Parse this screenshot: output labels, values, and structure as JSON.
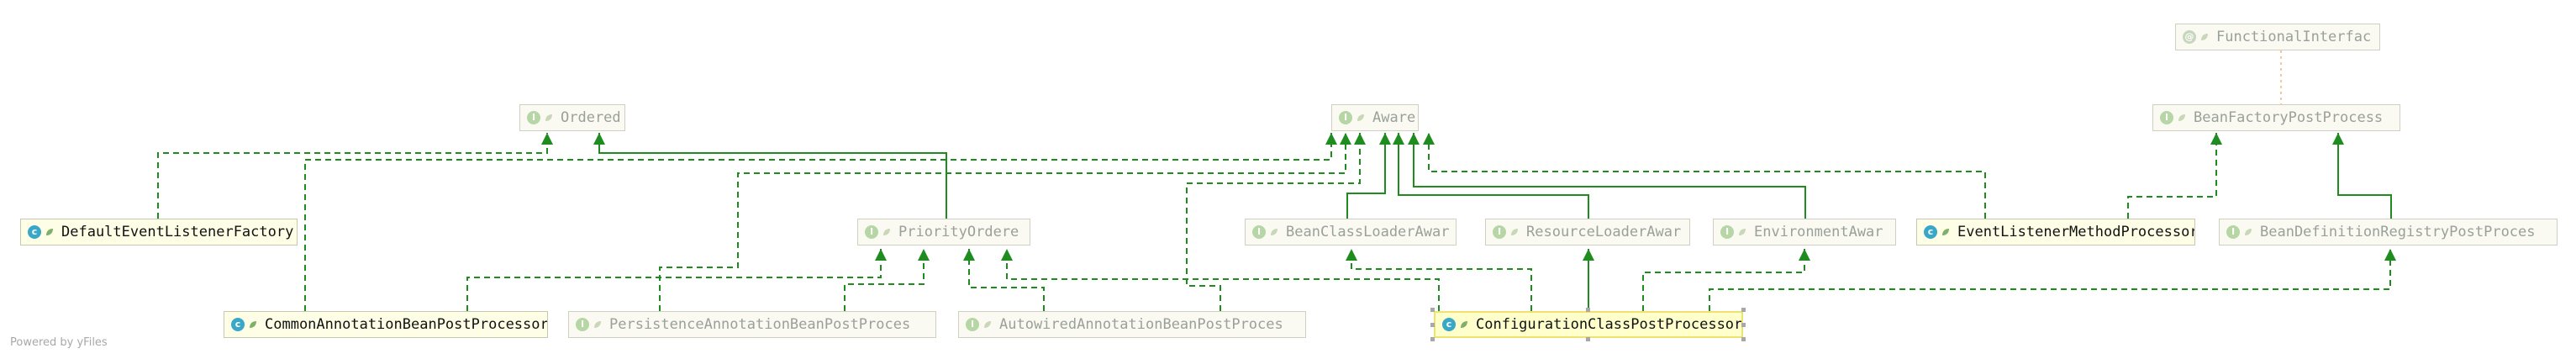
{
  "watermark": "Powered by yFiles",
  "colors": {
    "edge": "#1f8c1f",
    "dotted": "#f2c9a0"
  },
  "nodes": {
    "functional_interface": {
      "label": "FunctionalInterfac",
      "icon": "annotation-icon"
    },
    "ordered": {
      "label": "Ordered",
      "icon": "interface-icon"
    },
    "aware": {
      "label": "Aware",
      "icon": "interface-icon"
    },
    "bean_factory_post_process": {
      "label": "BeanFactoryPostProcess",
      "icon": "interface-icon"
    },
    "default_event_listener_factory": {
      "label": "DefaultEventListenerFactory",
      "icon": "class-icon"
    },
    "priority_ordered": {
      "label": "PriorityOrdere",
      "icon": "interface-icon"
    },
    "bean_class_loader_aware": {
      "label": "BeanClassLoaderAwar",
      "icon": "interface-icon"
    },
    "resource_loader_aware": {
      "label": "ResourceLoaderAwar",
      "icon": "interface-icon"
    },
    "environment_aware": {
      "label": "EnvironmentAwar",
      "icon": "interface-icon"
    },
    "event_listener_method_processor": {
      "label": "EventListenerMethodProcessor",
      "icon": "class-icon"
    },
    "bean_definition_registry_post_process": {
      "label": "BeanDefinitionRegistryPostProces",
      "icon": "interface-icon"
    },
    "common_annotation_bean_post_processor": {
      "label": "CommonAnnotationBeanPostProcessor",
      "icon": "class-icon"
    },
    "persistence_annotation_bean_post_proces": {
      "label": "PersistenceAnnotationBeanPostProces",
      "icon": "interface-icon"
    },
    "autowired_annotation_bean_post_proces": {
      "label": "AutowiredAnnotationBeanPostProces",
      "icon": "interface-icon"
    },
    "configuration_class_post_processor": {
      "label": "ConfigurationClassPostProcessor",
      "icon": "class-icon"
    }
  },
  "icon_letters": {
    "class": "c",
    "interface": "I",
    "annotation": "@"
  }
}
